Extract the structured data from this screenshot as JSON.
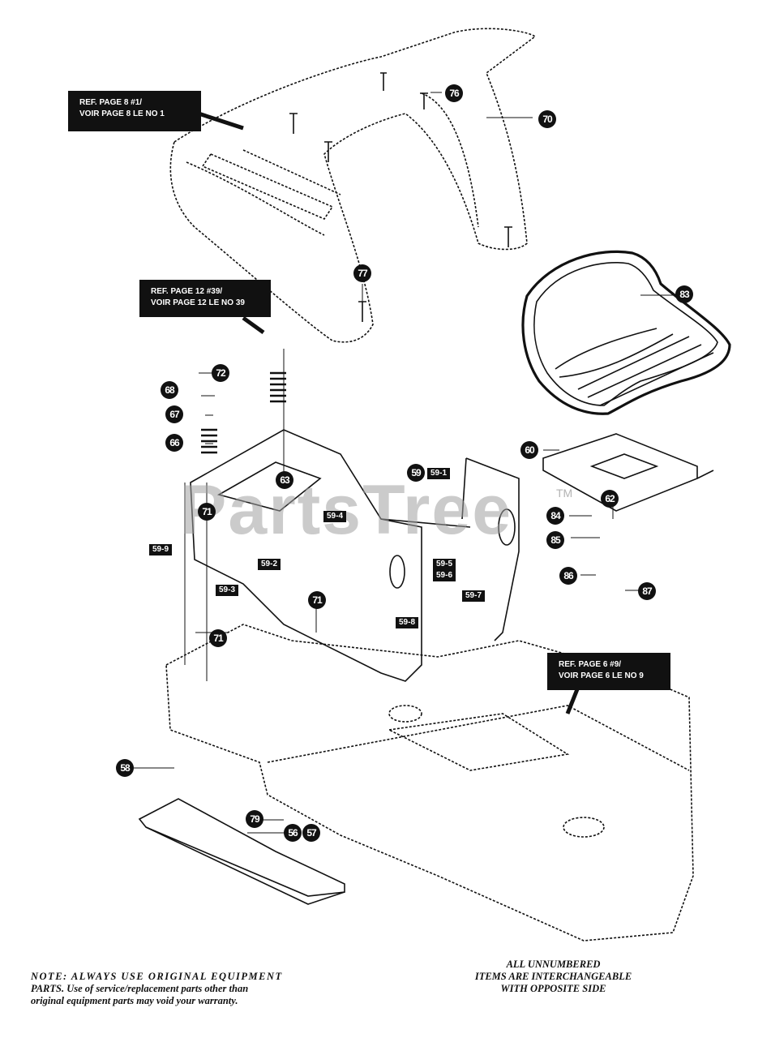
{
  "diagram": {
    "title": "Fender, Seat and Support Bracket Exploded Parts Diagram",
    "watermark": "PartsTree",
    "trademark": "TM",
    "reference_boxes": [
      {
        "id": "ref-page-8",
        "line1": "REF. PAGE 8 #1/",
        "line2": "VOIR PAGE 8 LE NO 1"
      },
      {
        "id": "ref-page-12",
        "line1": "REF. PAGE 12 #39/",
        "line2": "VOIR PAGE 12 LE NO 39"
      },
      {
        "id": "ref-page-6",
        "line1": "REF. PAGE 6 #9/",
        "line2": "VOIR PAGE 6 LE NO 9"
      }
    ],
    "callouts": [
      {
        "label": "76",
        "part": "bolt"
      },
      {
        "label": "70",
        "part": "fender"
      },
      {
        "label": "77",
        "part": "bolt"
      },
      {
        "label": "83",
        "part": "seat"
      },
      {
        "label": "72",
        "part": "bolt"
      },
      {
        "label": "68",
        "part": "bolt"
      },
      {
        "label": "67",
        "part": "washer"
      },
      {
        "label": "66",
        "part": "spring"
      },
      {
        "label": "63",
        "part": "bracket"
      },
      {
        "label": "71",
        "part": "bolt"
      },
      {
        "label": "59",
        "part": "seat support assembly"
      },
      {
        "label": "60",
        "part": "seat pan"
      },
      {
        "label": "62",
        "part": "pin"
      },
      {
        "label": "84",
        "part": "washer"
      },
      {
        "label": "85",
        "part": "knob"
      },
      {
        "label": "86",
        "part": "screw"
      },
      {
        "label": "87",
        "part": "screw"
      },
      {
        "label": "71",
        "part": "bolt"
      },
      {
        "label": "71",
        "part": "bolt"
      },
      {
        "label": "58",
        "part": "plug"
      },
      {
        "label": "79",
        "part": "bolt"
      },
      {
        "label": "56",
        "part": "plate"
      },
      {
        "label": "57",
        "part": "plate"
      }
    ],
    "sub_tags": [
      "59-1",
      "59-2",
      "59-3",
      "59-4",
      "59-5",
      "59-6",
      "59-7",
      "59-8",
      "59-9"
    ],
    "notes": {
      "left": {
        "line1": "NOTE: ALWAYS USE ORIGINAL EQUIPMENT",
        "line2": "PARTS. Use of service/replacement parts other than",
        "line3": "original equipment parts may void your warranty."
      },
      "right": {
        "line1": "ALL UNNUMBERED",
        "line2": "ITEMS ARE INTERCHANGEABLE",
        "line3": "WITH OPPOSITE SIDE"
      }
    }
  }
}
